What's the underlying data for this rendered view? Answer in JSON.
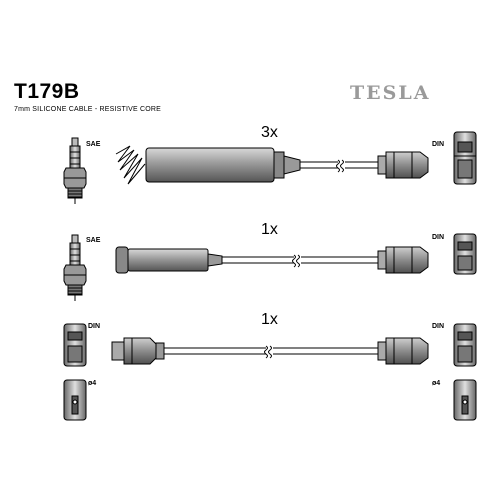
{
  "header": {
    "part_number": "T179B",
    "spec": "7mm SILICONE CABLE - RESISTIVE CORE",
    "brand": "TESLA"
  },
  "labels": {
    "sae": "SAE",
    "din": "DIN",
    "dia": "ø4"
  },
  "leads": [
    {
      "quantity": "3x"
    },
    {
      "quantity": "1x"
    },
    {
      "quantity": "1x"
    }
  ]
}
